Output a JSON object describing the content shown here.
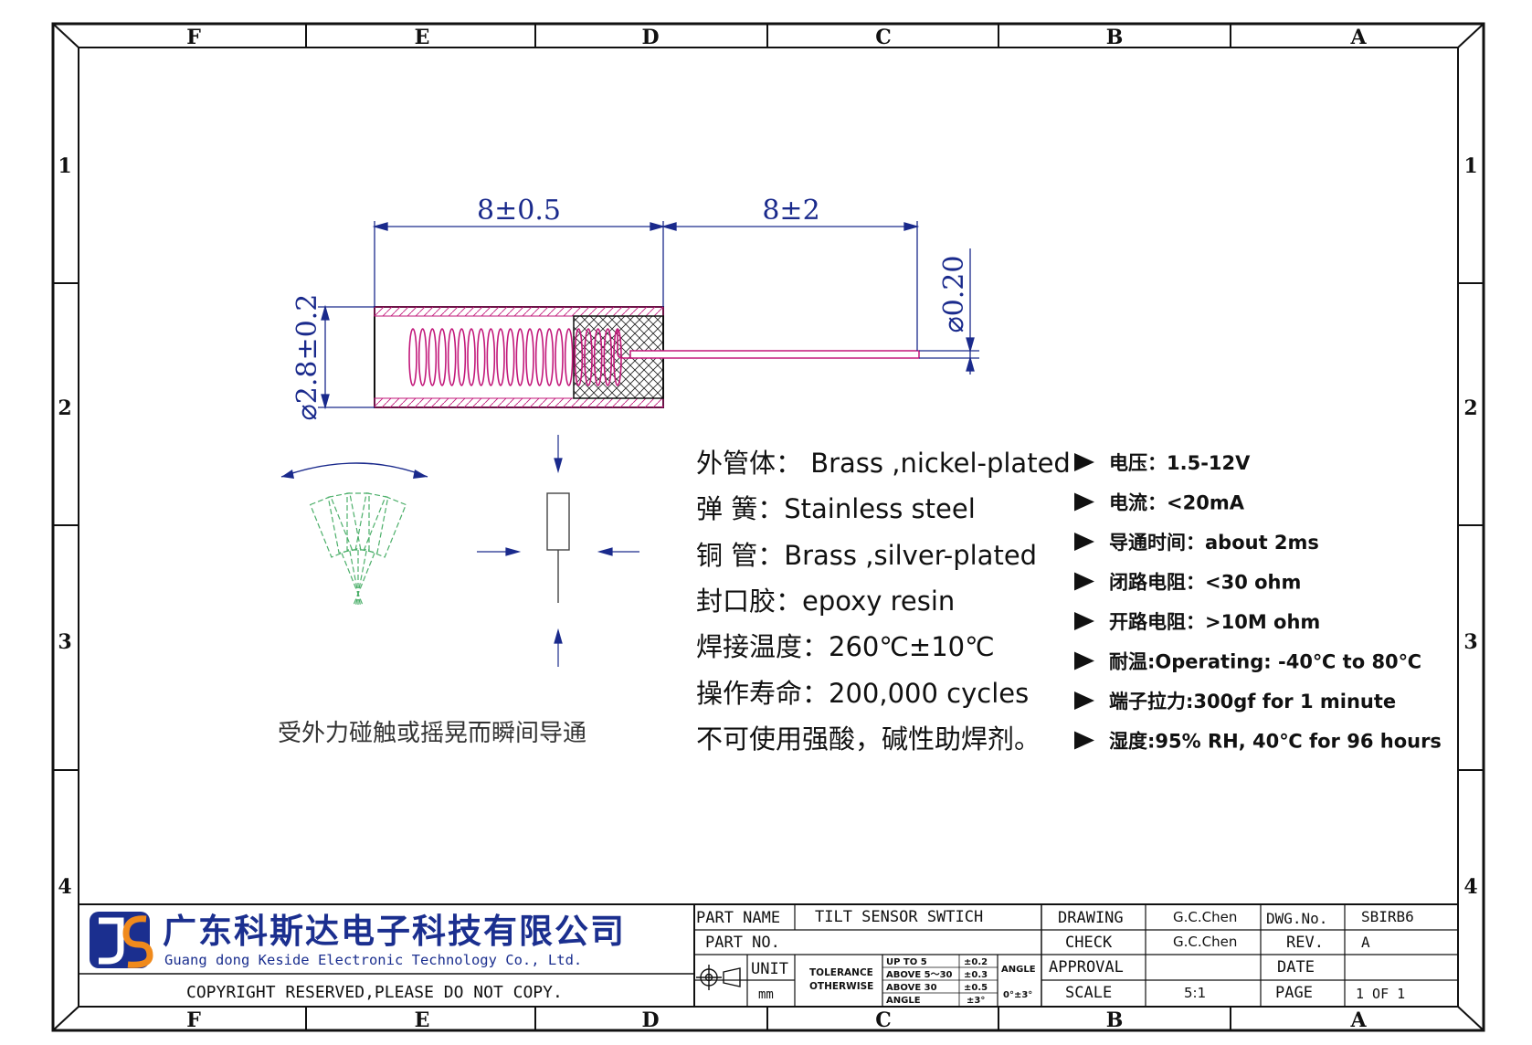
{
  "frame": {
    "columns_top": [
      "F",
      "E",
      "D",
      "C",
      "B",
      "A"
    ],
    "columns_bottom": [
      "F",
      "E",
      "D",
      "C",
      "B",
      "A"
    ],
    "rows_left": [
      "1",
      "2",
      "3",
      "4"
    ],
    "rows_right": [
      "1",
      "2",
      "3",
      "4"
    ]
  },
  "dimensions": {
    "length_left": "8±0.5",
    "length_right": "8±2",
    "diameter_body": "⌀2.8±0.2",
    "diameter_lead": "⌀0.20"
  },
  "caption_left": "受外力碰触或摇晃而瞬间导通",
  "materials": [
    "外管体： Brass ,nickel-plated",
    "弹  簧：Stainless steel",
    "铜  管：Brass ,silver-plated",
    "封口胶：epoxy resin",
    "焊接温度：260℃±10℃",
    "操作寿命：200,000 cycles",
    "不可使用强酸，碱性助焊剂。"
  ],
  "specs": [
    {
      "label": "电压：",
      "value": "1.5-12V"
    },
    {
      "label": "电流：",
      "value": "<20mA"
    },
    {
      "label": "导通时间：",
      "value": "about 2ms"
    },
    {
      "label": "闭路电阻：",
      "value": "<30 ohm"
    },
    {
      "label": "开路电阻：",
      "value": ">10M ohm"
    },
    {
      "label": "耐温:",
      "value": "Operating: -40℃ to 80℃"
    },
    {
      "label": "端子拉力:",
      "value": "300gf for 1 minute"
    },
    {
      "label": "湿度:",
      "value": "95% RH, 40℃ for 96 hours"
    }
  ],
  "company": {
    "name_cn": "广东科斯达电子科技有限公司",
    "name_en": "Guang dong Keside  Electronic Technology Co., Ltd.",
    "copyright": "COPYRIGHT RESERVED,PLEASE DO NOT COPY."
  },
  "title_block": {
    "part_name_label": "PART NAME",
    "part_name_value": "TILT SENSOR SWTICH",
    "part_no_label": "PART NO.",
    "unit_label": "UNIT",
    "unit_value": "mm",
    "tolerance_label_1": "TOLERANCE",
    "tolerance_label_2": "OTHERWISE",
    "tol_row1_label": "UP TO 5",
    "tol_row1_value": "±0.2",
    "tol_row2_label": "ABOVE 5～30",
    "tol_row2_value": "±0.3",
    "tol_row3_label": "ABOVE 30",
    "tol_row3_value": "±0.5",
    "tol_row4_label": "ANGLE",
    "tol_row4_value": "±3°",
    "angle_label": "ANGLE",
    "angle_value": "0°±3°",
    "drawing_label": "DRAWING",
    "drawing_value": "G.C.Chen",
    "check_label": "CHECK",
    "check_value": "G.C.Chen",
    "approval_label": "APPROVAL",
    "scale_label": "SCALE",
    "scale_value": "5:1",
    "dwg_no_label": "DWG.No.",
    "dwg_no_value": "SBIRB6",
    "rev_label": "REV.",
    "rev_value": "A",
    "date_label": "DATE",
    "page_label": "PAGE",
    "page_value": "1 OF 1"
  },
  "colors": {
    "line": "#111111",
    "dimension": "#1a2a8c",
    "spring": "#c2187a",
    "tilt_green": "#4caf6a",
    "logo_blue": "#1b2f8f",
    "logo_orange": "#f08a1c"
  }
}
